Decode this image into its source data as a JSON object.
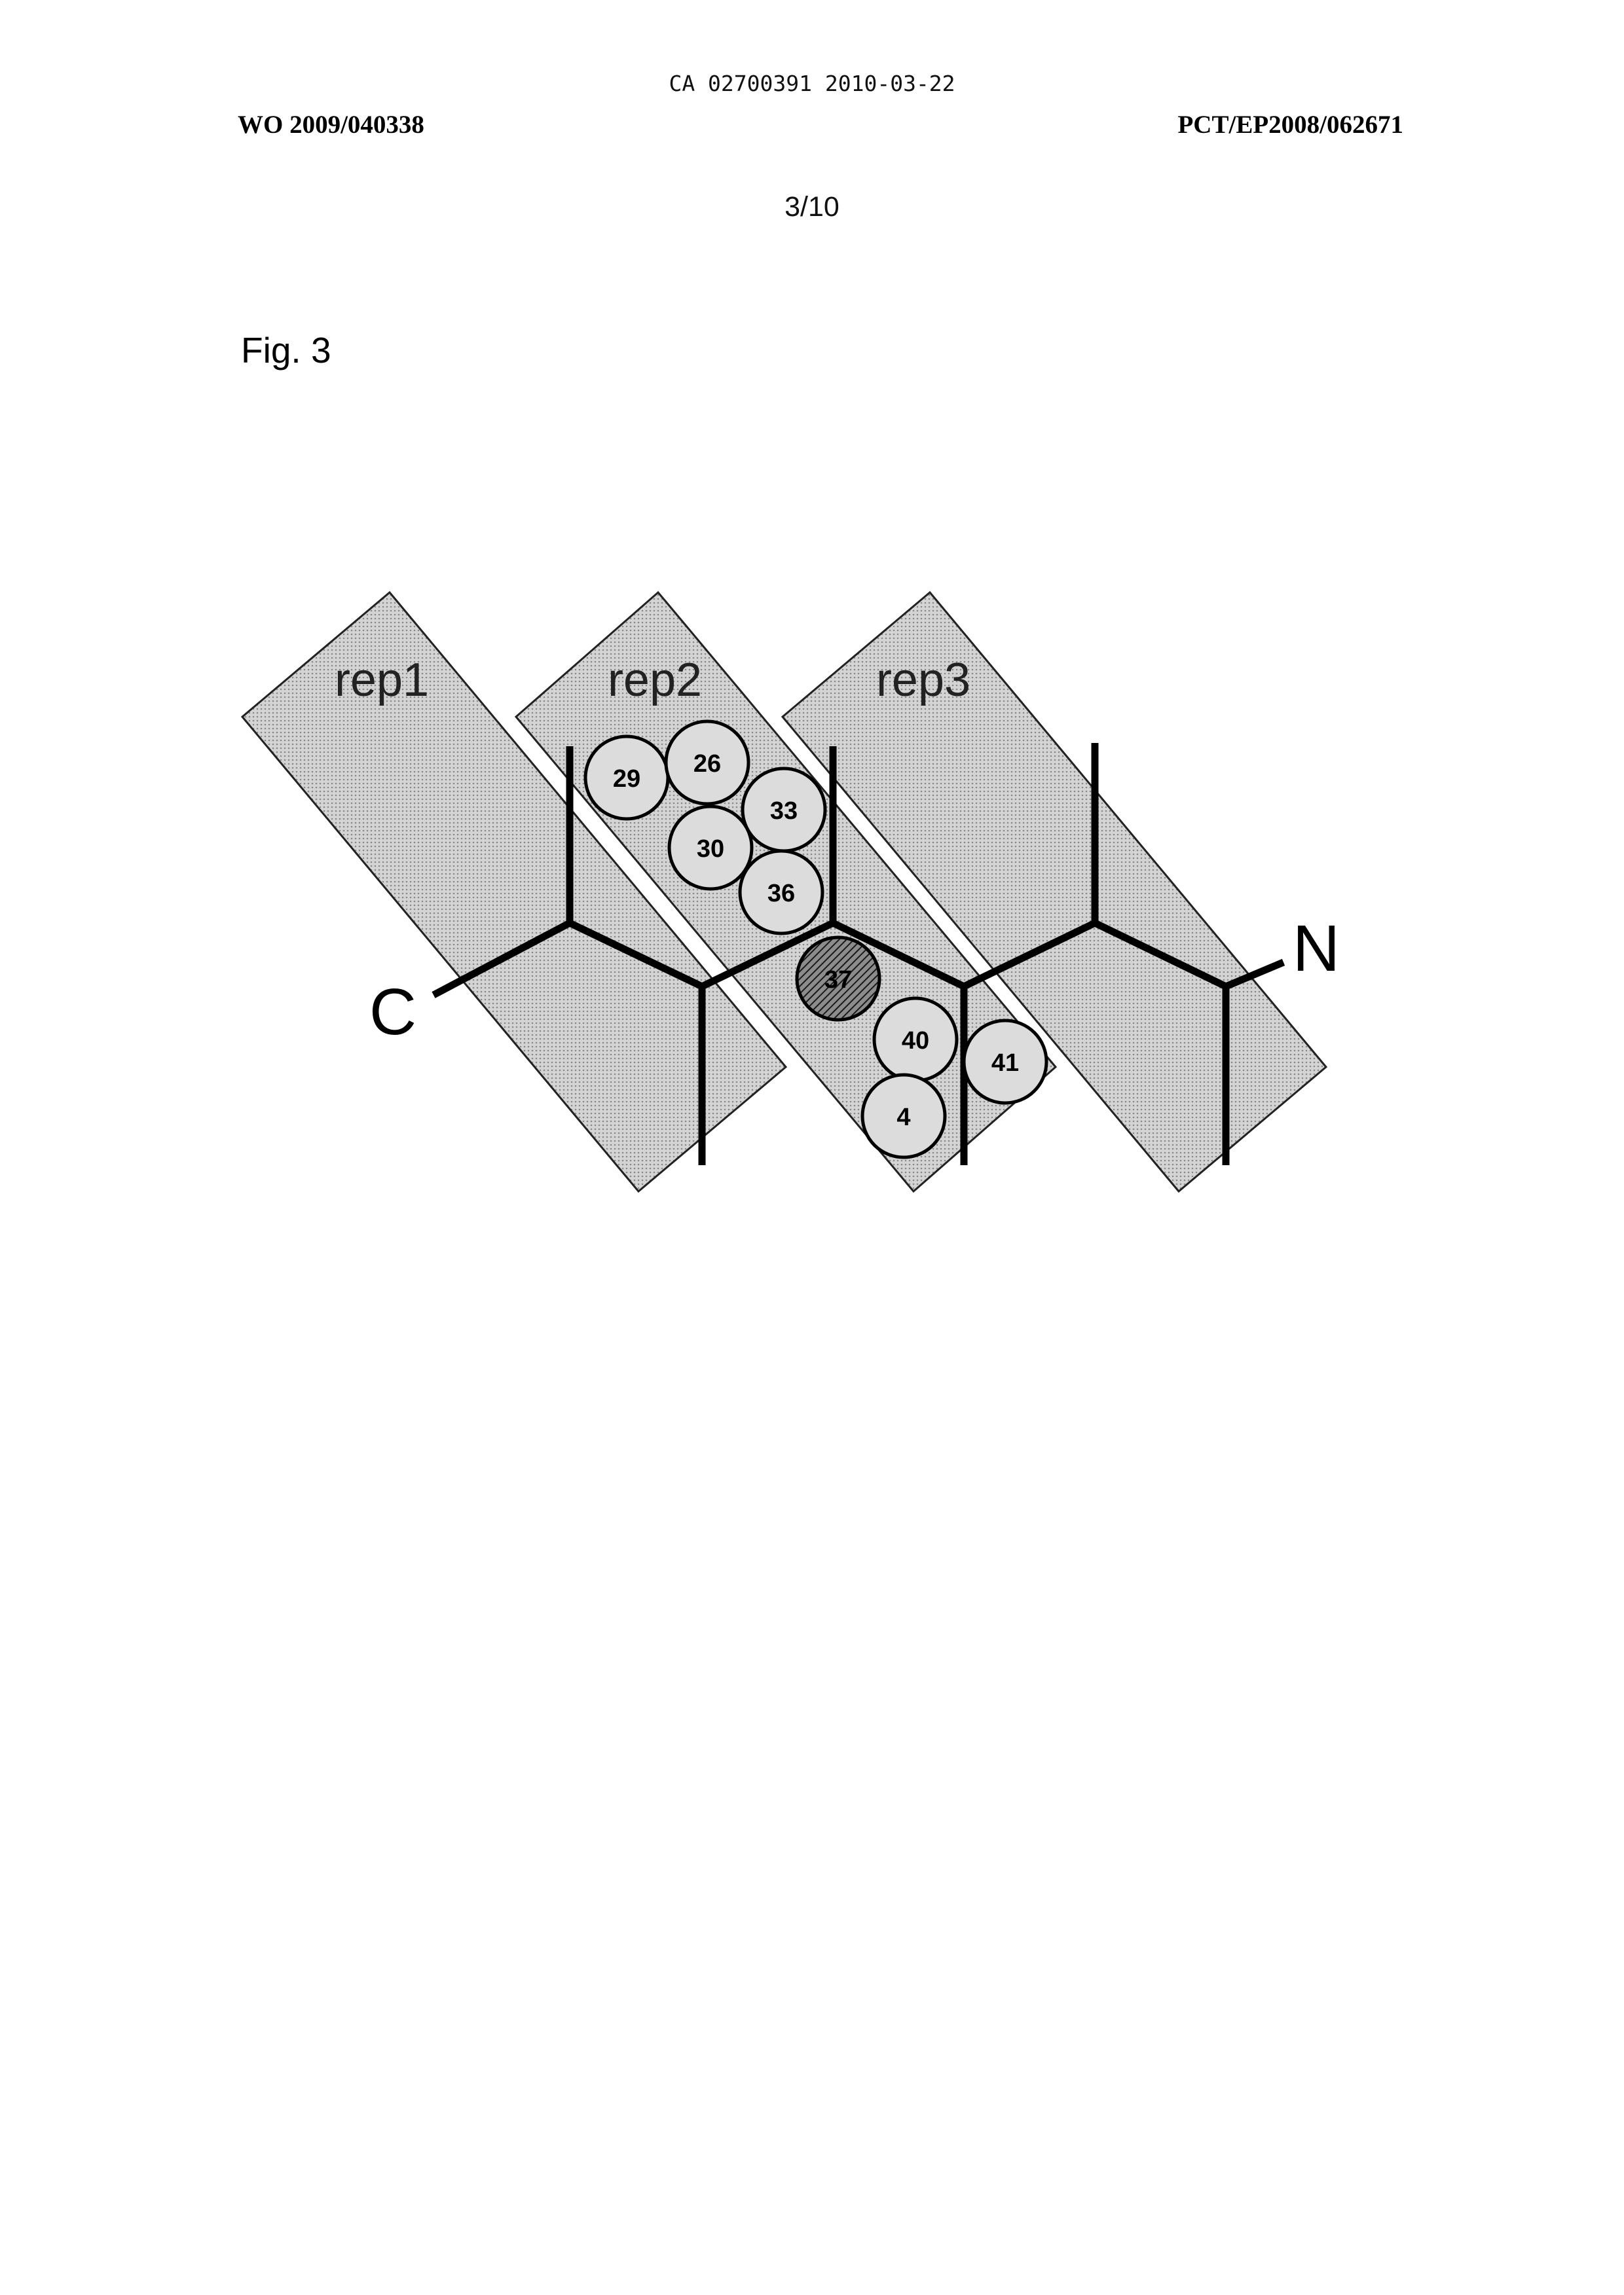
{
  "header": {
    "doc_id": "CA 02700391 2010-03-22",
    "wo_number": "WO 2009/040338",
    "pct_number": "PCT/EP2008/062671",
    "page": "3/10"
  },
  "figure": {
    "label": "Fig. 3",
    "repeats": [
      "rep1",
      "rep2",
      "rep3"
    ],
    "termini": {
      "c": "C",
      "n": "N"
    },
    "residues": [
      "29",
      "26",
      "33",
      "30",
      "36",
      "37",
      "40",
      "41",
      "4"
    ],
    "highlighted_residue": "37",
    "colors": {
      "band_fill": "#d2d2d2",
      "residue_fill": "#dcdcdc",
      "highlight_fill": "#555555",
      "stroke": "#000000"
    }
  }
}
